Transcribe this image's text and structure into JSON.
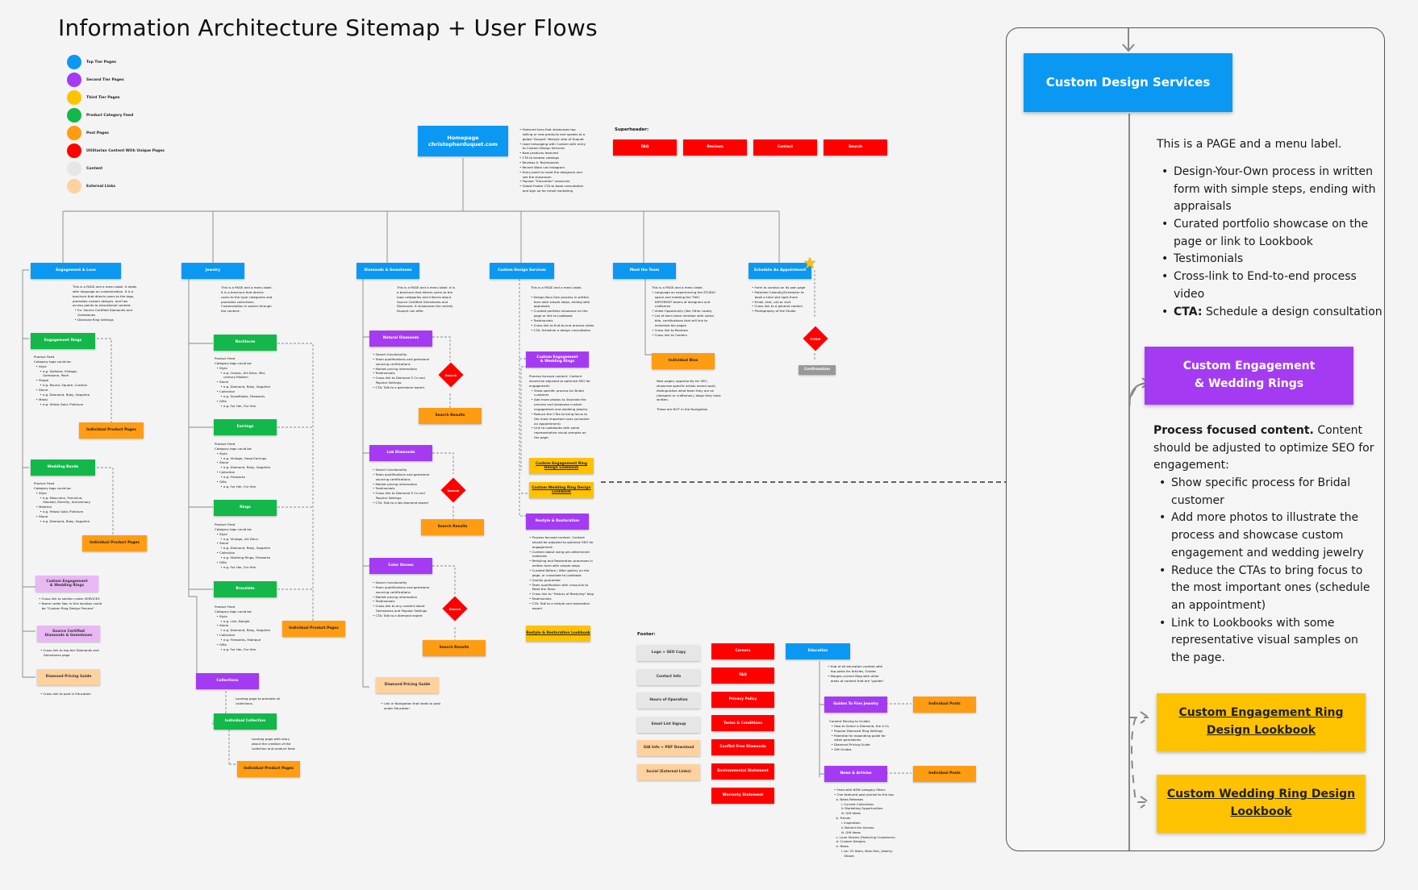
{
  "title": "Information Architecture Sitemap + User Flows",
  "legend": [
    {
      "label": "Top Tier Pages",
      "color": "#0b98f2"
    },
    {
      "label": "Second Tier Pages",
      "color": "#a43bf2"
    },
    {
      "label": "Third Tier Pages",
      "color": "#ffc200"
    },
    {
      "label": "Product Category Feed",
      "color": "#13b74a"
    },
    {
      "label": "Post Pages",
      "color": "#ff9c11"
    },
    {
      "label": "Utilitarian Content With Unique Pages",
      "color": "#ff0000"
    },
    {
      "label": "Content",
      "color": "#e6e6e6"
    },
    {
      "label": "External Links",
      "color": "#ffd19d"
    }
  ],
  "homepage": {
    "label": "Homepage\nchristopherduquet.com",
    "notes": "• Featured hero that showcases top\n   selling or new products and speaks to a\n   global 'Duquet' lifestyle vibe of Duquet\n• Lead messaging with Custom with entry\n   to Custom Design Services\n• New products featured\n• CTA to browse catalogs\n• Reviews & Testimonials\n• Recent Work via Instagram\n• Entry point to meet the designers and\n   see the showroom\n• Popular \"Education\" resources\n• Global Footer CTA to book consultation\n   and sign up for email marketing"
  },
  "superheader": {
    "label": "Superheader:",
    "items": [
      "FAQ",
      "Reviews",
      "Contact",
      "Search"
    ]
  },
  "columns": {
    "engagement": {
      "label": "Engagement & Love",
      "notes": "This is a PAGE and a menu label. It leads\nwith language on customization. It is a\nbrochure that directs users to the tags,\npromotes custom designs, and has\naccess points to educational content.\n  • Ex: Source Certified Diamonds and\n     Gemstones\n  • Diamond Ring Settings",
      "rings": "Engagement Rings",
      "rings_notes": "Product Feed\nCategory tags could be:\n  • Style\n      • e.g. Solitaire, Vintage,\n         Gemstone, Pavé\n  • Shape\n      • e.g. Round, Square, Cushion\n  • Stone\n      • e.g. Diamond, Ruby, Sapphire\n  • Metal\n      • e.g. Yellow Gold, Platinum",
      "rings_products": "Individual Product Pages",
      "bands": "Wedding Bands",
      "bands_notes": "Product Feed\nCategory tags could be:\n  • Style\n      • e.g. Masculine, Feminine,\n         Stacked, Eternity, Anniversary\n  • Material\n      • e.g. Yellow Gold, Platinum\n  • Stone\n      • e.g. Diamond, Ruby, Sapphire",
      "bands_products": "Individual Product Pages",
      "custom": "Custom Engagement\n& Wedding Rings",
      "custom_notes": "• Cross-link to section under SERVICES\n• Name under Nav in this location could\n   be \"Custom Ring Design Process\"",
      "source": "Source Certified\nDiamonds & Gemstones",
      "source_notes": "• Cross-link to top-tier Diamonds and\n   Gemstones page",
      "guide": "Diamond Pricing Guide",
      "guide_notes": "• Cross-link to post in Education"
    },
    "jewelry": {
      "label": "Jewelry",
      "notes": "This is a PAGE and a menu label.\nIt is a brochure that directs\nusers to the type categories and\npromotes collections.\nCustomization is woven through\nthe content.",
      "necklaces": "Necklaces",
      "necklaces_notes": "Product Feed\nCategory tags could be:\n  • Style\n      • e.g. Classic, Art Deco, Mid-\n         century Modern\n  • Stone\n      • e.g. Diamond, Ruby, Sapphire\n  • Collection\n      • e.g. Snowflakes, Fireworks\n  • Gifts\n      • e.g. For Her, For Him",
      "earrings": "Earrings",
      "earrings_notes": "Product Feed\nCategory tags could be:\n  • Style\n      • e.g. Vintage, Hoop Earrings\n  • Stone\n      • e.g. Diamond, Ruby, Sapphire\n  • Collection\n      • e.g. Fireworks\n  • Gifts\n      • e.g. For Her, For Him",
      "rings": "Rings",
      "rings_notes": "Product Feed\nCategory tags could be:\n  • Style\n      • e.g. Vintage, Art Deco\n  • Stone\n      • e.g. Diamond, Ruby, Sapphire\n  • Collection\n      • e.g. Stacking Rings, Fireworks\n  • Gifts\n      • e.g. For Her, For Him",
      "bracelets": "Bracelets",
      "bracelets_notes": "Product Feed\nCategory tags could be:\n  • Style\n      • e.g. Link, Bangle\n  • Stone\n      • e.g. Diamond, Ruby, Sapphire\n  • Collection\n      • e.g. Fireworks, Fabrique\n  • Gifts\n      • e.g. For Her, For Him",
      "products": "Individual Product Pages",
      "collections": "Collections",
      "collections_notes": "Landing page to promote all\ncollections.",
      "individual_collection": "Individual Collection",
      "individual_collection_notes": "Landing page with story\nabout the creation of the\ncollection and product feed.",
      "collection_products": "Individual Product Pages"
    },
    "diamonds": {
      "label": "Diamonds & Gemstones",
      "notes": "This is a PAGE and a menu label. It is\na brochure that directs users to the\ntype categories and informs about\nSource Certified Gemstones and\nDiamonds. It showcases the variety\nDuquet can offer.",
      "natural": "Natural Diamonds",
      "natural_notes": "• Search functionality\n• Team qualifications and gemstone\n   sourcing certifications\n• Market pricing information\n• Testimonials\n• Cross-link to Diamond 5 Cs and\n   Popular Settings\n• CTA: Talk to a gemstone expert",
      "lab": "Lab Diamonds",
      "lab_notes": "• Search functionality\n• Team qualifications and gemstone\n   sourcing certifications\n• Market pricing information\n• Testimonials\n• Cross-link to Diamond 5 Cs and\n   Popular Settings\n• CTA: Talk to a lab diamond expert",
      "color": "Color Stones",
      "color_notes": "• Search functionality\n• Team qualifications and gemstone\n   sourcing certifications\n• Market pricing information\n• Testimonials\n• Cross-link to any content about\n   Gemstones and Popular Settings\n• CTA: Talk to a diamond expert",
      "search": "Search",
      "results": "Search Results",
      "guide": "Diamond Pricing Guide",
      "guide_notes": "• Link in Navigation that leads to post\n   under Education"
    },
    "custom": {
      "label": "Custom Design Services",
      "notes": "This is a PAGE and a menu label.\n\n• Design-Your-Own process in written\n   form with simple steps, ending with\n   appraisals\n• Curated portfolio showcase on the\n   page or link to Lookbook\n• Testimonials\n• Cross-link to End-to-end process video\n• CTA: Schedule a design consultation",
      "rings": "Custom Engagement\n& Wedding Rings",
      "rings_notes": "Process focused content. Content\nshould be adjusted to optimize SEO for\nengagement:\n  • Show specific process for Bridal\n     customer\n  • Add more photos to illustrate the\n     process and showcase custom\n     engagement and wedding jewelry\n  • Reduce the CTAs to bring focus to\n     the most important ones (schedule\n     an appointment)\n  • Link to Lookbooks with some\n     representative visual samples on\n     the page.",
      "lookbook_engagement": "Custom Engagement Ring\nDesign Lookbook",
      "lookbook_wedding": "Custom Wedding Ring Design\nLookbook",
      "restyle": "Restyle & Restoration",
      "restyle_notes": "• Process focused content. Content\n   should be adjusted to optimize SEO for\n   engagement:\n• Content about using pre-determined\n   materials\n• Restyling and Restoration processes in\n   written form with simple steps\n• Curated Before | After gallery on the\n   page, or crossfade to Lookbook\n• Quality guarantee\n• Team qualification with cross-link to\n   Meet the Team\n• Cross-link to \"History of Restyling\" blog\n• Testimonials\n• CTA: Talk to a restyle and restoration\n   expert",
      "restyle_lookbook": "Restyle & Restoration Lookbook"
    },
    "team": {
      "label": "Meet the Team",
      "notes": "This is a PAGE and a menu label.\n• Language on experiencing the STUDIO\n   space and meeting the TWO\n   DIFFERENT teams of designers and\n   craftsmen\n• Video Opportunity (like Other Looks)\n• List of each team member with name,\n   title, certifications that will link to\n   individual bio pages\n• Cross-link to Reviews\n• Cross-link to Careers",
      "bios": "Individual Bios",
      "bios_notes": "New pages; opportunity for SEO,\nshowcase specific artists recent work,\ndistinguishes what team they are on\n(designer or craftsman), blogs they have\nwritten.\n\nThese are NOT in the Navigation"
    },
    "schedule": {
      "label": "Schedule An Appointment",
      "notes": "• Form to contact on its own page\n• Potential Calendly/Scheduler to\n   book a time slot right there\n• Email, text, call or visit\n• Cross-link to a general contact\n• Photography of the Studio",
      "form": "FORM",
      "confirmation": "Confirmation"
    }
  },
  "footer": {
    "label": "Footer:",
    "content": [
      "Logo + SEO Copy",
      "Contact Info",
      "Hours of Operation",
      "Email List Signup"
    ],
    "external": [
      "GIA Info + PDF Download",
      "Social (External Links)"
    ],
    "utility": [
      "Careers",
      "FAQ",
      "Privacy Policy",
      "Terms & Conditions",
      "Conflict Free Diamonds",
      "Environmental Statement",
      "Warranty Statement"
    ],
    "education": {
      "label": "Education",
      "notes": "• Hub of all education content with\n   top posts for Articles, Guides\n• Merges current Blog with other\n   areas of content that are \"guides\"",
      "guides": "Guides To Fine Jewelry",
      "guides_notes": "Content Moving to Guides\n  • How to Select a Diamond, the 4 Cs\n  • Popular Diamond Ring Settings\n  • Potential for expanding guide for\n     other gemstones\n  • Diamond Pricing Guide\n  • Gift Guides",
      "news": "News & Articles",
      "news_notes": "• Feed with NEW category filters\n• One featured post pinned to the top\n  a. News Releases\n       i. Current Collections\n       ii. Marketing Opportunities\n       iii. Gift Ideas\n  b. Trends\n       i. Inspiration\n       ii. Behind the Scenes\n       iii. Gift Ideas\n  c. Love Stories (Featuring Customers)\n  d. Custom Designs\n  e. News\n       i. ex: 25 Years, New Hire, Jewelry\n          Shows",
      "posts_a": "Individual Posts",
      "posts_b": "Individual Posts"
    }
  },
  "panel": {
    "service": "Custom Design Services",
    "intro": "This is a PAGE and a menu label.",
    "bullets": [
      "Design-Your-Own process in written form with simple steps, ending with appraisals",
      "Curated portfolio showcase on the page or link to Lookbook",
      "Testimonials",
      "Cross-link to End-to-end process video",
      "CTA: Schedule a design consultation"
    ],
    "rings": "Custom Engagement\n& Wedding Rings",
    "rings_lead": "Process focused content.",
    "rings_intro": " Content should be adjusted to optimize SEO for engagement:",
    "rings_bullets": [
      "Show specific process for Bridal customer",
      "Add more photos to illustrate the process and showcase custom engagement and wedding jewelry",
      "Reduce the CTAs to bring focus to the most important ones (schedule an appointment)",
      "Link to Lookbooks with some representative visual samples on the page."
    ],
    "lookbook_engagement": "Custom Engagement Ring\nDesign Lookbook",
    "lookbook_wedding": "Custom Wedding Ring Design\nLookbook"
  }
}
